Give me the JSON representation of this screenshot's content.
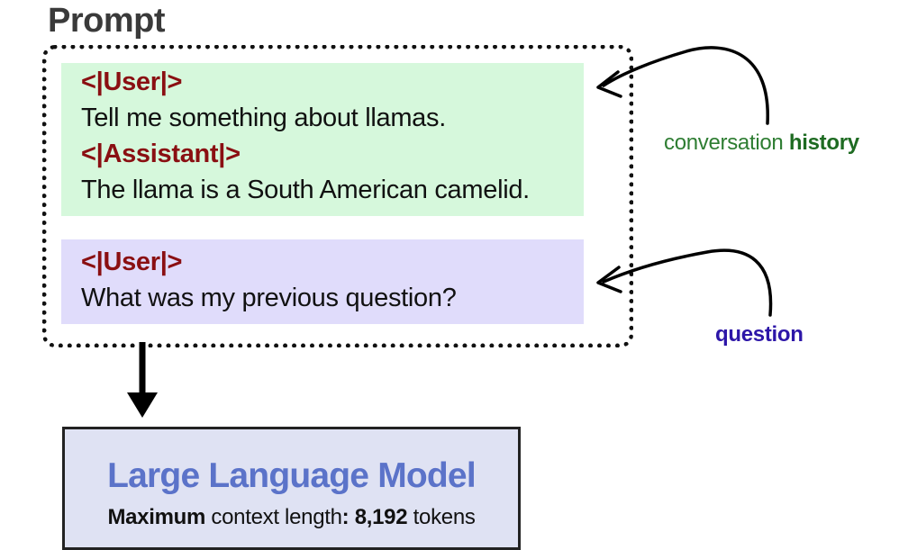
{
  "title": "Prompt",
  "history": {
    "tag_user": "<|User|>",
    "user_message": " Tell me something about llamas.",
    "tag_assistant": "<|Assistant|>",
    "assistant_message": "The llama is a South American camelid."
  },
  "question": {
    "tag_user": "<|User|>",
    "user_message": "What was my previous question?"
  },
  "labels": {
    "history_prefix": "conversation",
    "history_bold": "history",
    "question": "question"
  },
  "model": {
    "title": "Large Language Model",
    "sub_bold_1": "Maximum",
    "sub_text_1": " context length",
    "sub_bold_2": ": 8,192",
    "sub_text_2": " tokens"
  },
  "colors": {
    "history_bg": "#d6f8dc",
    "question_bg": "#e0dcfb",
    "tag": "#8a0f12",
    "history_label": "#2e7d32",
    "question_label": "#2d16a8",
    "model_bg": "#dfe2f3",
    "model_title": "#5b73c9"
  }
}
